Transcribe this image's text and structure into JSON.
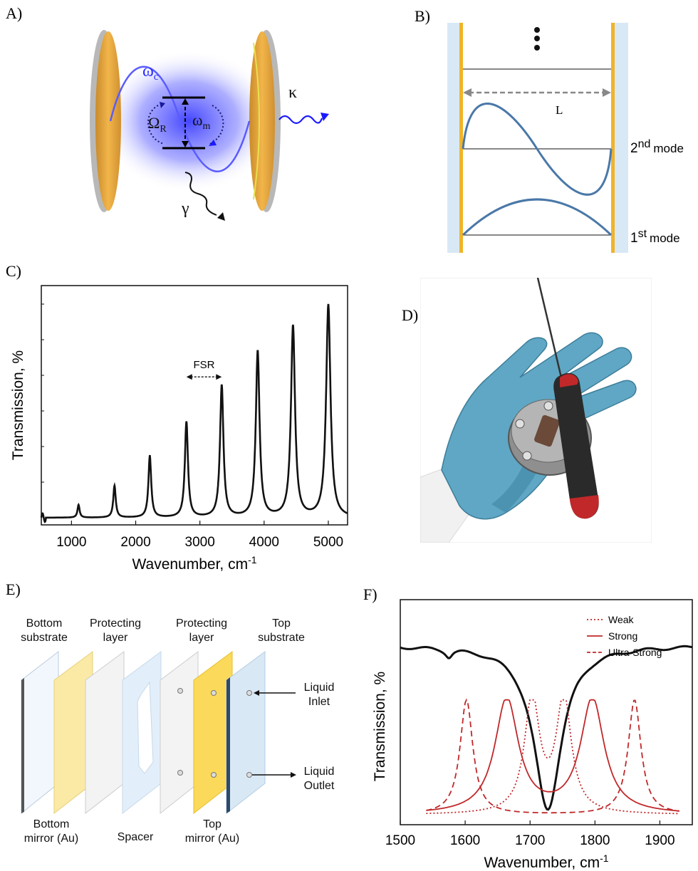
{
  "panels": {
    "a": {
      "label": "A)",
      "omega_c": "ω",
      "omega_c_sub": "c",
      "omega_m": "ω",
      "omega_m_sub": "m",
      "omega_r": "Ω",
      "omega_r_sub": "R",
      "kappa": "κ",
      "gamma": "γ"
    },
    "b": {
      "label": "B)",
      "length_label": "L",
      "mode2_num": "2",
      "mode2_sup": "nd",
      "mode2_word": "mode",
      "mode1_num": "1",
      "mode1_sup": "st",
      "mode1_word": "mode"
    },
    "c": {
      "label": "C)",
      "annotation": "FSR"
    },
    "d": {
      "label": "D)"
    },
    "e": {
      "label": "E)",
      "bottom_substrate": [
        "Bottom",
        "substrate"
      ],
      "protecting_layer_1": [
        "Protecting",
        "layer"
      ],
      "protecting_layer_2": [
        "Protecting",
        "layer"
      ],
      "top_substrate": [
        "Top",
        "substrate"
      ],
      "liquid_inlet": [
        "Liquid",
        "Inlet"
      ],
      "liquid_outlet": [
        "Liquid",
        "Outlet"
      ],
      "bottom_mirror": [
        "Bottom",
        "mirror (Au)"
      ],
      "spacer": "Spacer",
      "top_mirror": [
        "Top",
        "mirror (Au)"
      ]
    },
    "f": {
      "label": "F)"
    }
  },
  "colors": {
    "gold": "#f0b429",
    "blue_glow": "#3a3cff",
    "mode_curve": "#4a78a8",
    "cavity_glass": "#d9e8f5",
    "red": "#c0282a"
  },
  "chart_data": [
    {
      "type": "line",
      "panel": "C",
      "xlabel": "Wavenumber, cm",
      "xlabel_sup": "-1",
      "ylabel": "Transmission, %",
      "xlim": [
        530,
        5300
      ],
      "ylim": [
        0,
        1
      ],
      "xticks": [
        1000,
        2000,
        3000,
        4000,
        5000
      ],
      "xtick_labels": [
        "1000",
        "2000",
        "3000",
        "4000",
        "5000"
      ],
      "series": [
        {
          "peaks_x": [
            1110,
            1670,
            2220,
            2790,
            3340,
            3900,
            4450,
            5000
          ],
          "peaks_y": [
            0.06,
            0.15,
            0.29,
            0.45,
            0.62,
            0.78,
            0.9,
            1.0
          ]
        }
      ]
    },
    {
      "type": "line",
      "panel": "F",
      "xlabel": "Wavenumber, cm",
      "xlabel_sup": "-1",
      "ylabel": "Transmission, %",
      "xlim": [
        1500,
        1950
      ],
      "ylim": [
        0,
        1
      ],
      "xticks": [
        1500,
        1600,
        1700,
        1800,
        1900
      ],
      "xtick_labels": [
        "1500",
        "1600",
        "1700",
        "1800",
        "1900"
      ],
      "legend_position": "right",
      "series": [
        {
          "name": "Weak",
          "style": "dotted",
          "peaks_x": [
            1703,
            1752
          ],
          "peak_y": 0.63
        },
        {
          "name": "Strong",
          "style": "solid",
          "peaks_x": [
            1664,
            1796
          ],
          "peak_y": 0.63
        },
        {
          "name": "Ultra-Strong",
          "style": "dashed",
          "peaks_x": [
            1602,
            1861
          ],
          "peak_y": 0.63
        }
      ]
    }
  ]
}
